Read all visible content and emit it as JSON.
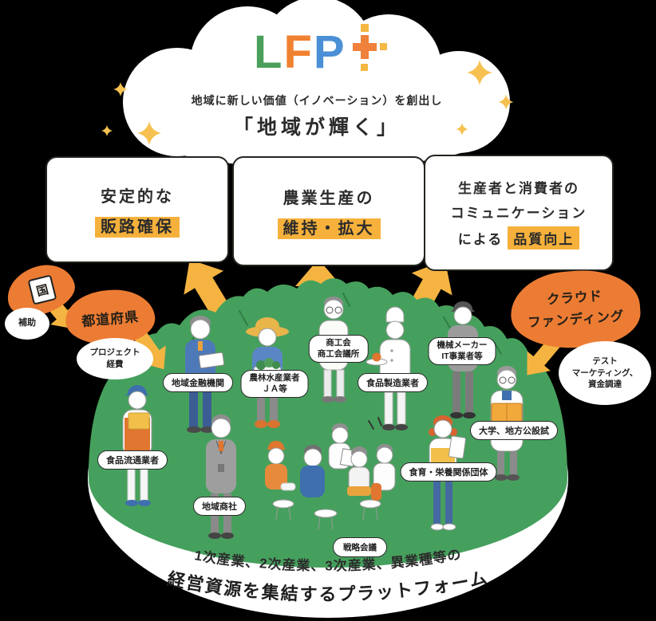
{
  "cloud": {
    "logo": {
      "l": "L",
      "f": "F",
      "p": "P"
    },
    "tagline": "地域に新しい価値（イノベーション）を創出し",
    "headline": "「地域が輝く」"
  },
  "benefits": [
    {
      "line1": "安定的な",
      "highlight": "販路確保"
    },
    {
      "line1": "農業生産の",
      "highlight": "維持・拡大"
    },
    {
      "line1": "生産者と消費者の",
      "line2": "コミュニケーション",
      "line3": "による",
      "highlight": "品質向上"
    }
  ],
  "flows": {
    "left": {
      "source": "国",
      "subsidy": "補助",
      "via": "都道府県",
      "expense_l1": "プロジェクト",
      "expense_l2": "経費"
    },
    "right": {
      "source_l1": "クラウド",
      "source_l2": "ファンディング",
      "note_l1": "テスト",
      "note_l2": "マーケティング、",
      "note_l3": "資金調達"
    }
  },
  "actors": [
    {
      "label": "地域金融機関"
    },
    {
      "l1": "農林水産業者",
      "l2": "ＪＡ等"
    },
    {
      "l1": "商工会",
      "l2": "商工会議所"
    },
    {
      "label": "食品製造業者"
    },
    {
      "l1": "機械メーカー",
      "l2": "IT事業者等"
    },
    {
      "label": "大学、地方公設試"
    },
    {
      "label": "食品流通業者"
    },
    {
      "label": "地域商社"
    },
    {
      "label": "食育・栄養関係団体"
    },
    {
      "label": "戦略会議"
    }
  ],
  "platform": {
    "line1": "1次産業、2次産業、3次産業、異業種等の",
    "line2": "経営資源を集結するプラットフォーム"
  },
  "colors": {
    "background": "#000000",
    "cloud": "#ffffff",
    "highlight": "#f6b13c",
    "arrow": "#f5b441",
    "flow_blob": "#ec7c33",
    "mound_green": "#46a05d",
    "logo_green": "#4aa05a",
    "logo_orange": "#f08130",
    "logo_blue": "#4b90d6",
    "sparkle": "#f6c150"
  }
}
